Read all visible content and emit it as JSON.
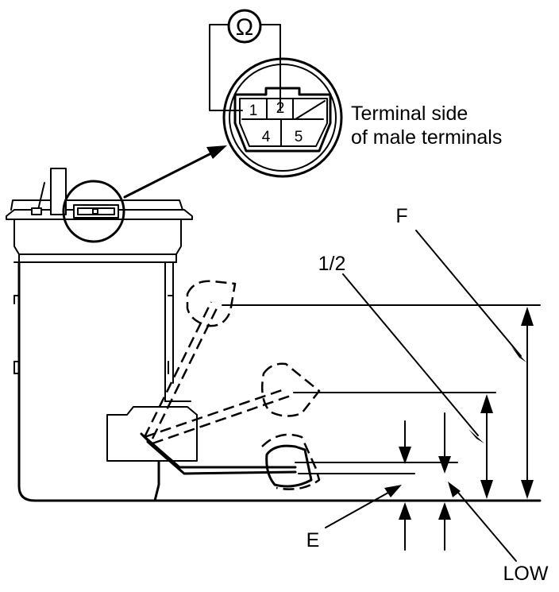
{
  "connector": {
    "meter_symbol": "Ω",
    "pins_top": [
      "1",
      "2"
    ],
    "pins_bottom": [
      "4",
      "5"
    ]
  },
  "labels": {
    "terminal_side_line1": "Terminal side",
    "terminal_side_line2": "of male terminals",
    "F": "F",
    "half": "1/2",
    "E": "E",
    "LOW": "LOW"
  }
}
